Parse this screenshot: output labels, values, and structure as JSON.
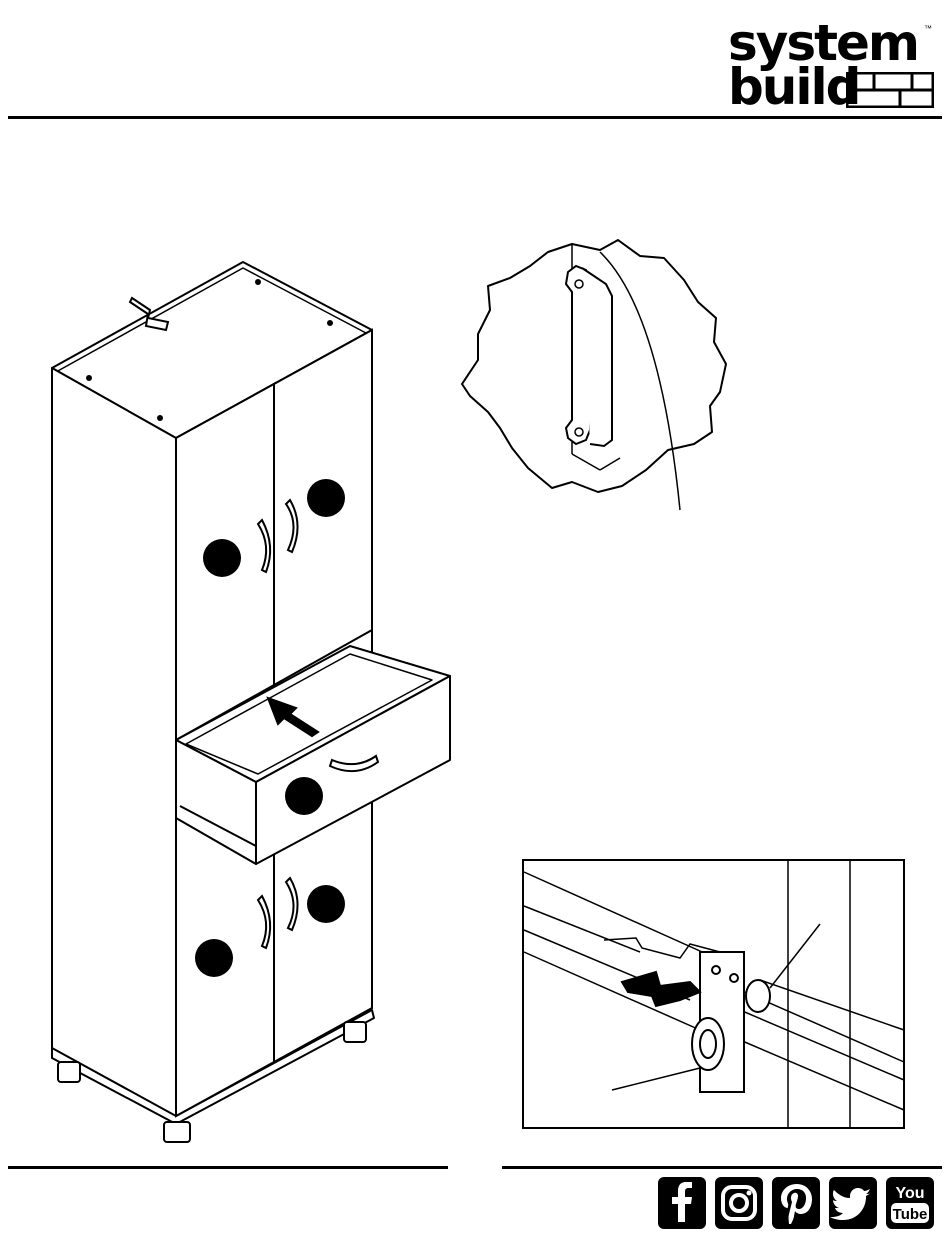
{
  "brand": {
    "line1": "system",
    "line2": "build",
    "trademark": "™"
  },
  "social": {
    "icons": [
      "facebook-icon",
      "instagram-icon",
      "pinterest-icon",
      "twitter-icon",
      "youtube-icon"
    ],
    "youtube_top": "You",
    "youtube_bottom": "Tube"
  },
  "colors": {
    "ink": "#000000",
    "paper": "#ffffff"
  }
}
